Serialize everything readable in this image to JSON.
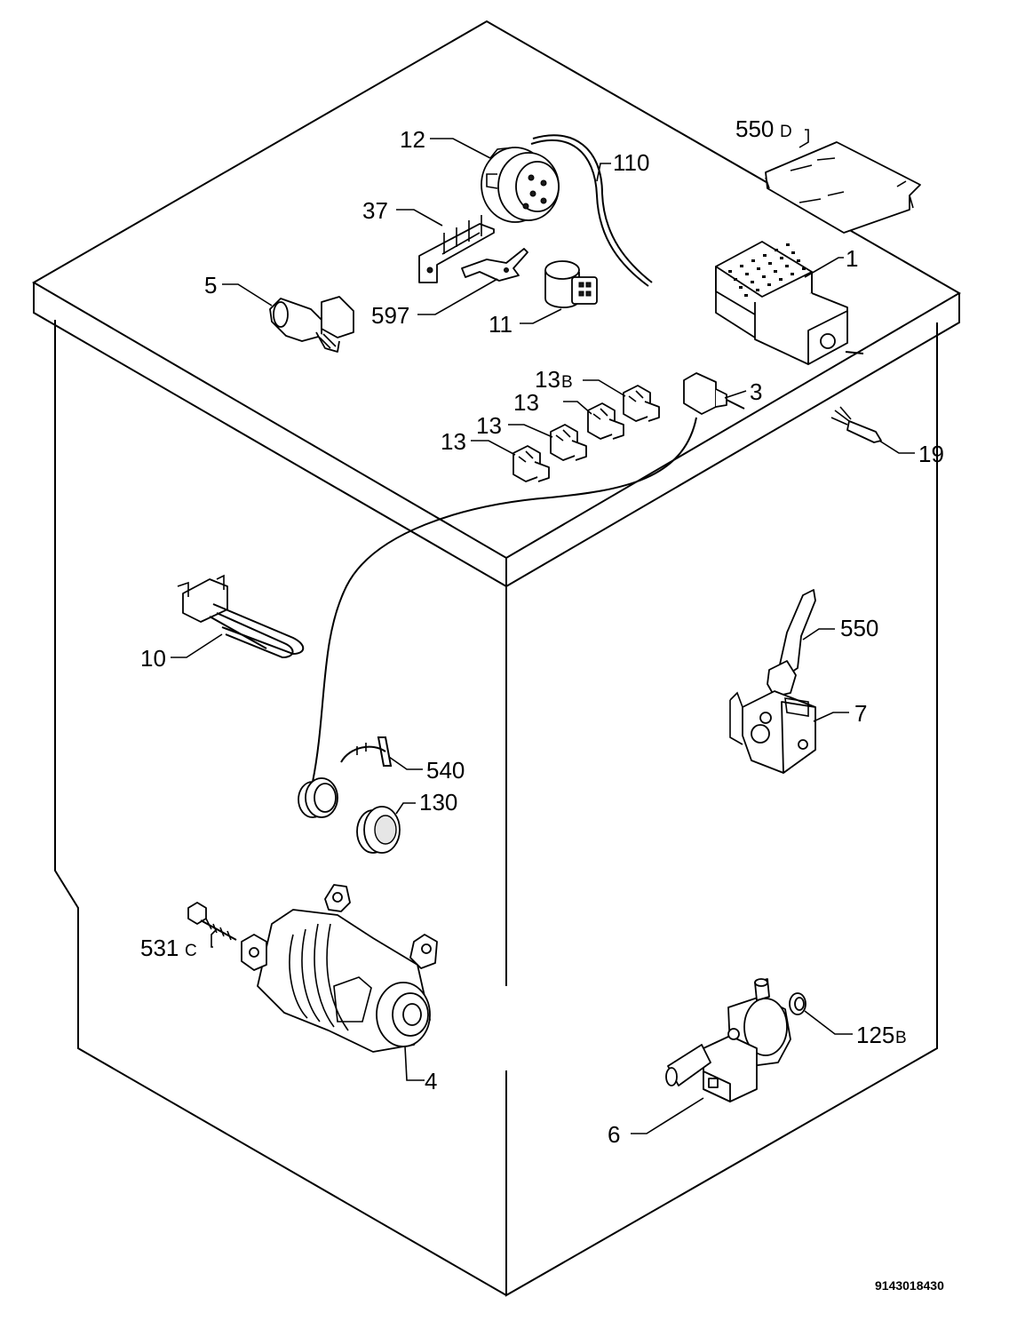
{
  "diagram": {
    "document_number": "9143018430",
    "callouts": [
      {
        "id": "12",
        "text": "12"
      },
      {
        "id": "110",
        "text": "110"
      },
      {
        "id": "550d",
        "text": "550",
        "suffix": "D"
      },
      {
        "id": "37",
        "text": "37"
      },
      {
        "id": "5",
        "text": "5"
      },
      {
        "id": "1",
        "text": "1"
      },
      {
        "id": "597",
        "text": "597"
      },
      {
        "id": "11",
        "text": "11"
      },
      {
        "id": "13b",
        "text": "13",
        "suffix": "B"
      },
      {
        "id": "3",
        "text": "3"
      },
      {
        "id": "13a",
        "text": "13"
      },
      {
        "id": "13c",
        "text": "13"
      },
      {
        "id": "13d",
        "text": "13"
      },
      {
        "id": "19",
        "text": "19"
      },
      {
        "id": "550",
        "text": "550"
      },
      {
        "id": "10",
        "text": "10"
      },
      {
        "id": "7",
        "text": "7"
      },
      {
        "id": "540",
        "text": "540"
      },
      {
        "id": "130",
        "text": "130"
      },
      {
        "id": "531c",
        "text": "531",
        "suffix": "C"
      },
      {
        "id": "4",
        "text": "4"
      },
      {
        "id": "125b",
        "text": "125",
        "suffix": "B"
      },
      {
        "id": "6",
        "text": "6"
      }
    ]
  }
}
